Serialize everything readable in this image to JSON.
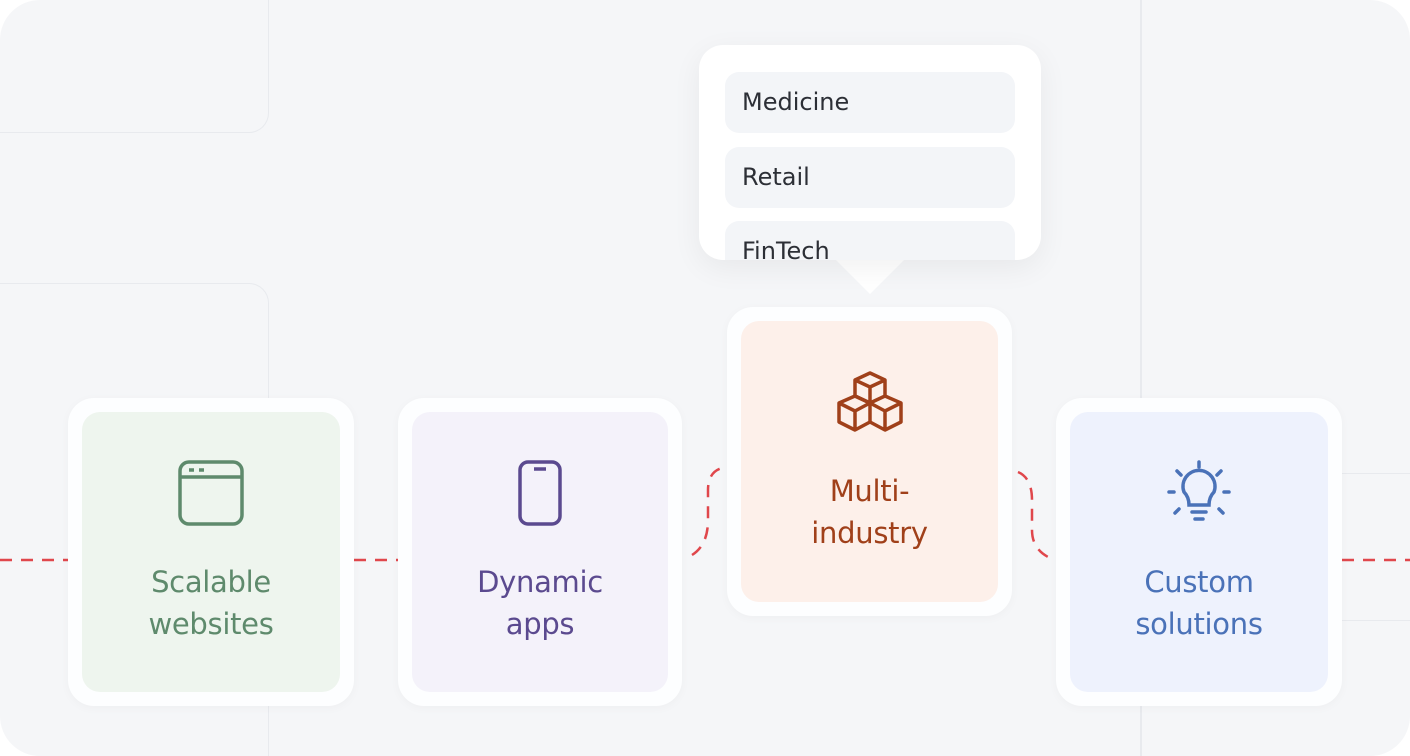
{
  "popup": {
    "items": [
      "Medicine",
      "Retail",
      "FinTech"
    ]
  },
  "cards": [
    {
      "label": "Scalable\nwebsites",
      "icon": "browser-window-icon",
      "color": "#5e8a6c",
      "bg": "#eef5ee"
    },
    {
      "label": "Dynamic\napps",
      "icon": "smartphone-icon",
      "color": "#5b4a8f",
      "bg": "#f4f2fa"
    },
    {
      "label": "Multi-\nindustry",
      "icon": "cubes-icon",
      "color": "#a0401a",
      "bg": "#fdf0ea"
    },
    {
      "label": "Custom\nsolutions",
      "icon": "lightbulb-icon",
      "color": "#4a72b8",
      "bg": "#eef2fd"
    }
  ],
  "connector_color": "#e0474c"
}
